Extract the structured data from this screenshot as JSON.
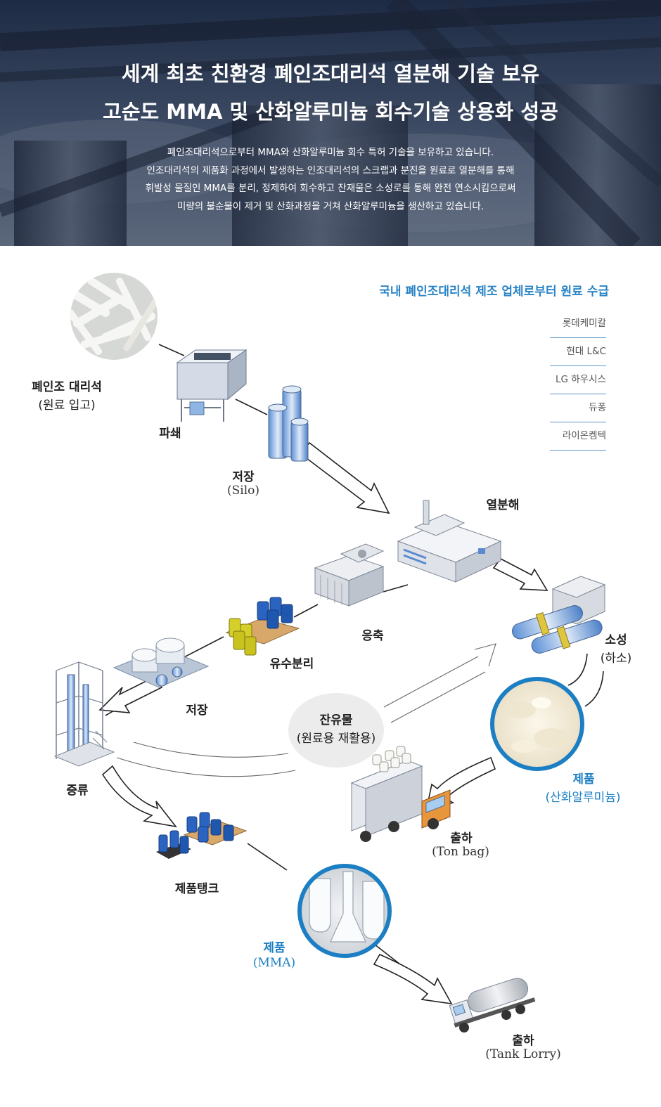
{
  "hero": {
    "title_lines": [
      "세계 최초 친환경 폐인조대리석 열분해 기술 보유",
      "고순도 MMA 및 산화알루미늄 회수기술 상용화 성공"
    ],
    "description_lines": [
      "폐인조대리석으로부터 MMA와 산화알루미늄 회수 특허 기술을 보유하고 있습니다.",
      "인조대리석의 제품화 과정에서 발생하는 인조대리석의 스크랩과 분진을 원료로 열분해를 통해",
      "휘발성 물질인 MMA를 분리, 정제하여 회수하고 잔재물은 소성로를 통해 완전 연소시킴으로써",
      "미량의 불순물이 제거 및 산화과정을 거쳐 산화알루미늄을 생산하고 있습니다."
    ]
  },
  "supply": {
    "title": "국내 폐인조대리석 제조 업체로부터 원료 수급",
    "companies": [
      "롯데케미칼",
      "현대 L&C",
      "LG 하우시스",
      "듀퐁",
      "라이온켐텍"
    ]
  },
  "steps": {
    "intake_main": "폐인조 대리석",
    "intake_sub": "(원료 입고)",
    "crush": "파쇄",
    "storage_silo_main": "저장",
    "storage_silo_sub": "(Silo)",
    "pyrolysis": "열분해",
    "condense": "응축",
    "oil_water": "유수분리",
    "storage": "저장",
    "distill": "증류",
    "calcine_main": "소성",
    "calcine_sub": "(하소)",
    "residue_main": "잔유물",
    "residue_sub": "(원료용 재활용)",
    "product_alumina_main": "제품",
    "product_alumina_sub": "(산화알루미늄)",
    "ship_tonbag_main": "출하",
    "ship_tonbag_sub": "(Ton bag)",
    "product_tank": "제품탱크",
    "product_mma_main": "제품",
    "product_mma_sub": "(MMA)",
    "ship_lorry_main": "출하",
    "ship_lorry_sub": "(Tank Lorry)"
  },
  "colors": {
    "accent": "#1c7fc4",
    "arrow": "#222222",
    "residue_bg": "#ececec"
  }
}
